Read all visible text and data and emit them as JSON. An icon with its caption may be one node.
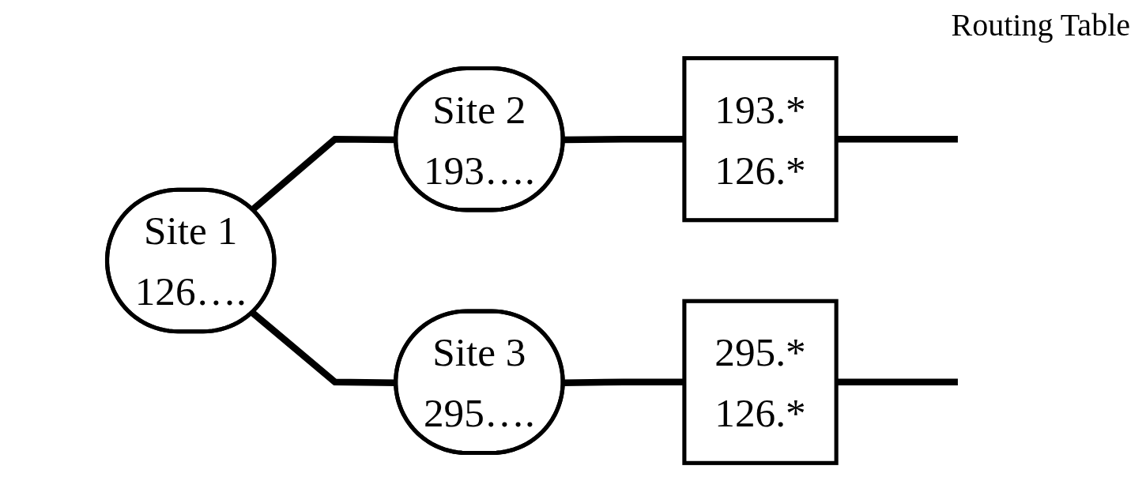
{
  "diagram": {
    "nodes": [
      {
        "text": [
          "Site 1",
          "126…."
        ]
      },
      {
        "text": [
          "Site 2",
          "193…."
        ]
      },
      {
        "text": [
          "Site 3",
          "295…."
        ]
      },
      {
        "text": [
          "193.*",
          "126.*"
        ]
      },
      {
        "text": [
          "295.*",
          "126.*"
        ]
      }
    ],
    "edges": [
      {
        "from": 0,
        "to": 1,
        "arrow": "none"
      },
      {
        "from": 0,
        "to": 2,
        "arrow": "none"
      },
      {
        "from": 1,
        "to": 3,
        "arrow": "none"
      },
      {
        "from": 2,
        "to": 4,
        "arrow": "none"
      },
      {
        "from": 3,
        "to": null,
        "arrow": "none"
      },
      {
        "from": 4,
        "to": null,
        "arrow": "none"
      }
    ],
    "labels": [
      "Routing Table"
    ]
  }
}
